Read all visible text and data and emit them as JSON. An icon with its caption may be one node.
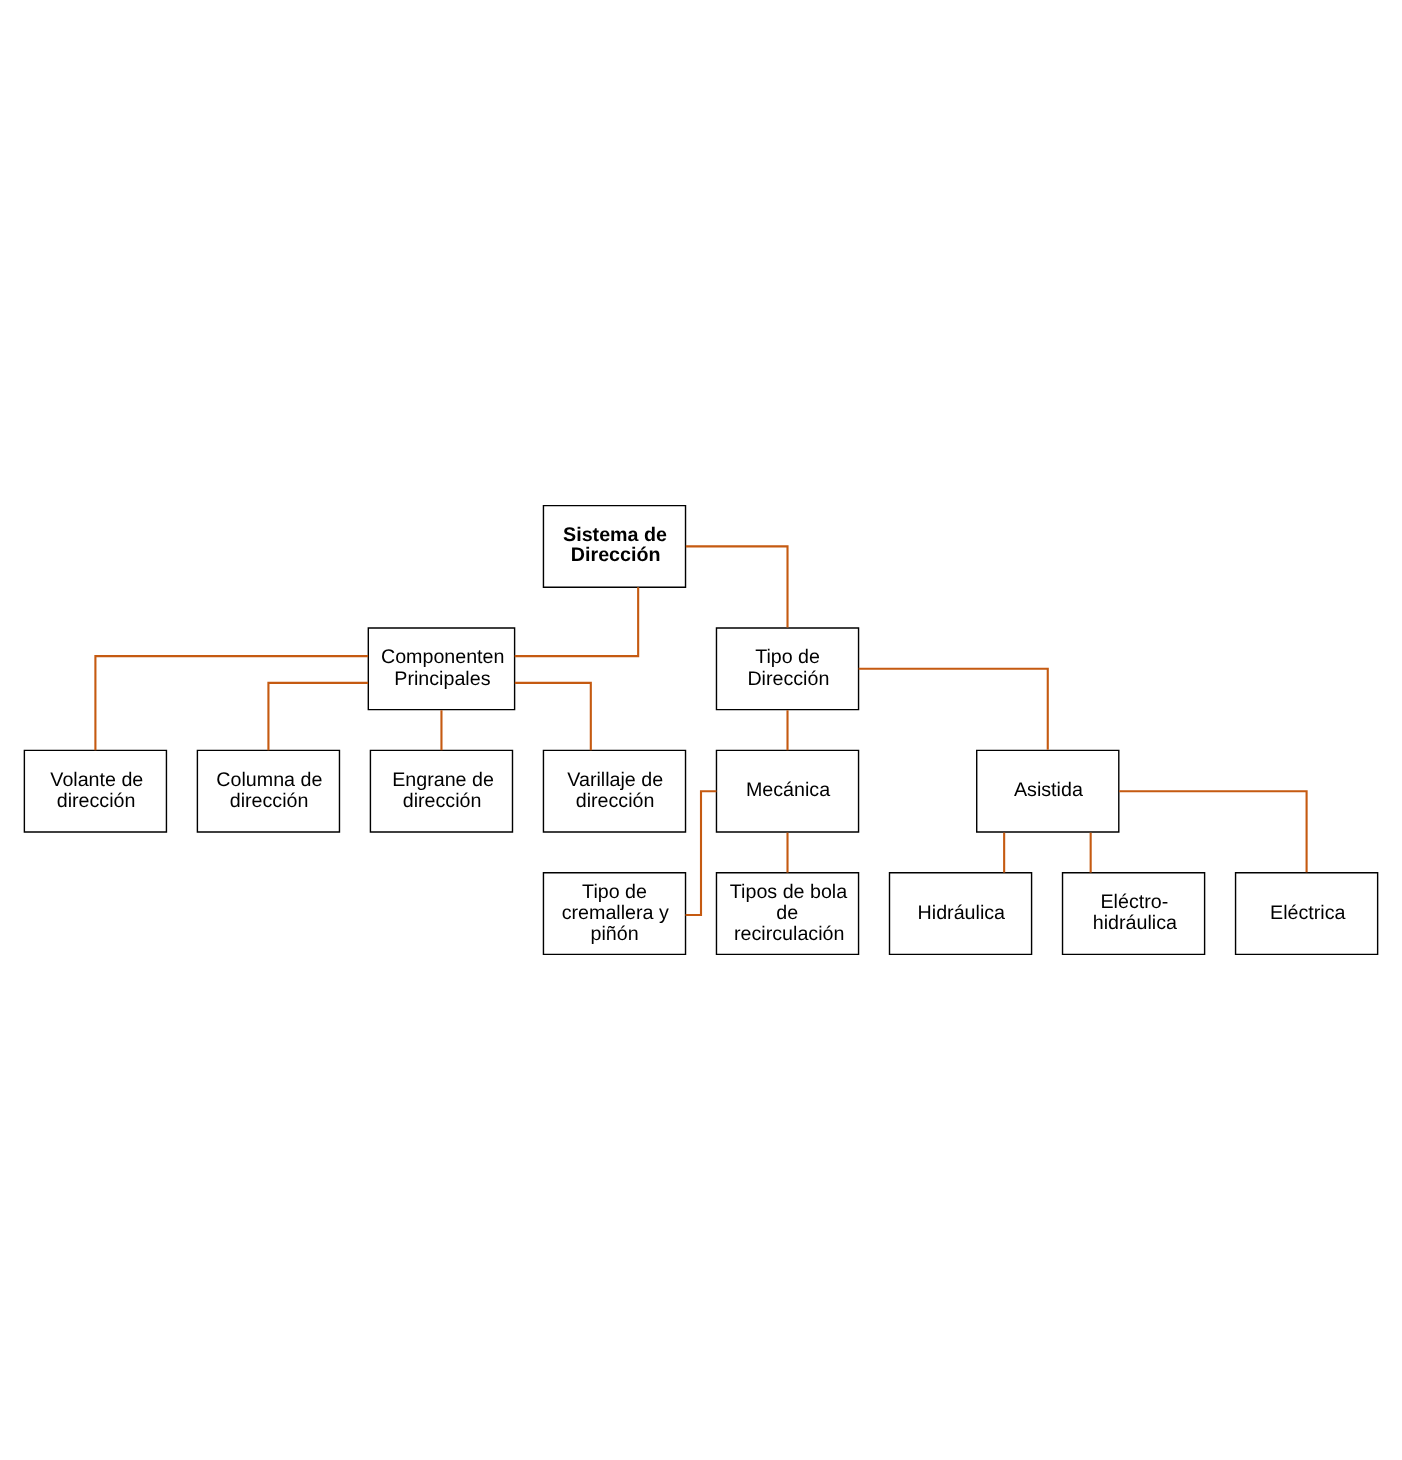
{
  "diagram": {
    "nodes": [
      {
        "text": [
          "Sistema de Dirección"
        ]
      },
      {
        "text": [
          "Componenten Principales"
        ]
      },
      {
        "text": [
          "Tipo de Dirección"
        ]
      },
      {
        "text": [
          "Volante de dirección"
        ]
      },
      {
        "text": [
          "Columna de dirección"
        ]
      },
      {
        "text": [
          "Engrane de dirección"
        ]
      },
      {
        "text": [
          "Varillaje de dirección"
        ]
      },
      {
        "text": [
          "Mecánica"
        ]
      },
      {
        "text": [
          "Asistida"
        ]
      },
      {
        "text": [
          "Tipo de cremallera y piñón"
        ]
      },
      {
        "text": [
          "Tipos de bola de recirculación"
        ]
      },
      {
        "text": [
          "Hidráulica"
        ]
      },
      {
        "text": [
          "Eléctro- hidráulica"
        ]
      },
      {
        "text": [
          "Eléctrica"
        ]
      }
    ],
    "edges": [
      {
        "from": 0,
        "to": 1,
        "arrow": "none"
      },
      {
        "from": 0,
        "to": 2,
        "arrow": "none"
      },
      {
        "from": 1,
        "to": 3,
        "arrow": "none"
      },
      {
        "from": 1,
        "to": 4,
        "arrow": "none"
      },
      {
        "from": 1,
        "to": 5,
        "arrow": "none"
      },
      {
        "from": 1,
        "to": 6,
        "arrow": "none"
      },
      {
        "from": 2,
        "to": 7,
        "arrow": "none"
      },
      {
        "from": 2,
        "to": 8,
        "arrow": "none"
      },
      {
        "from": 7,
        "to": 9,
        "arrow": "none"
      },
      {
        "from": 7,
        "to": 10,
        "arrow": "none"
      },
      {
        "from": 8,
        "to": 11,
        "arrow": "none"
      },
      {
        "from": 8,
        "to": 12,
        "arrow": "none"
      },
      {
        "from": 8,
        "to": 13,
        "arrow": "none"
      }
    ]
  }
}
